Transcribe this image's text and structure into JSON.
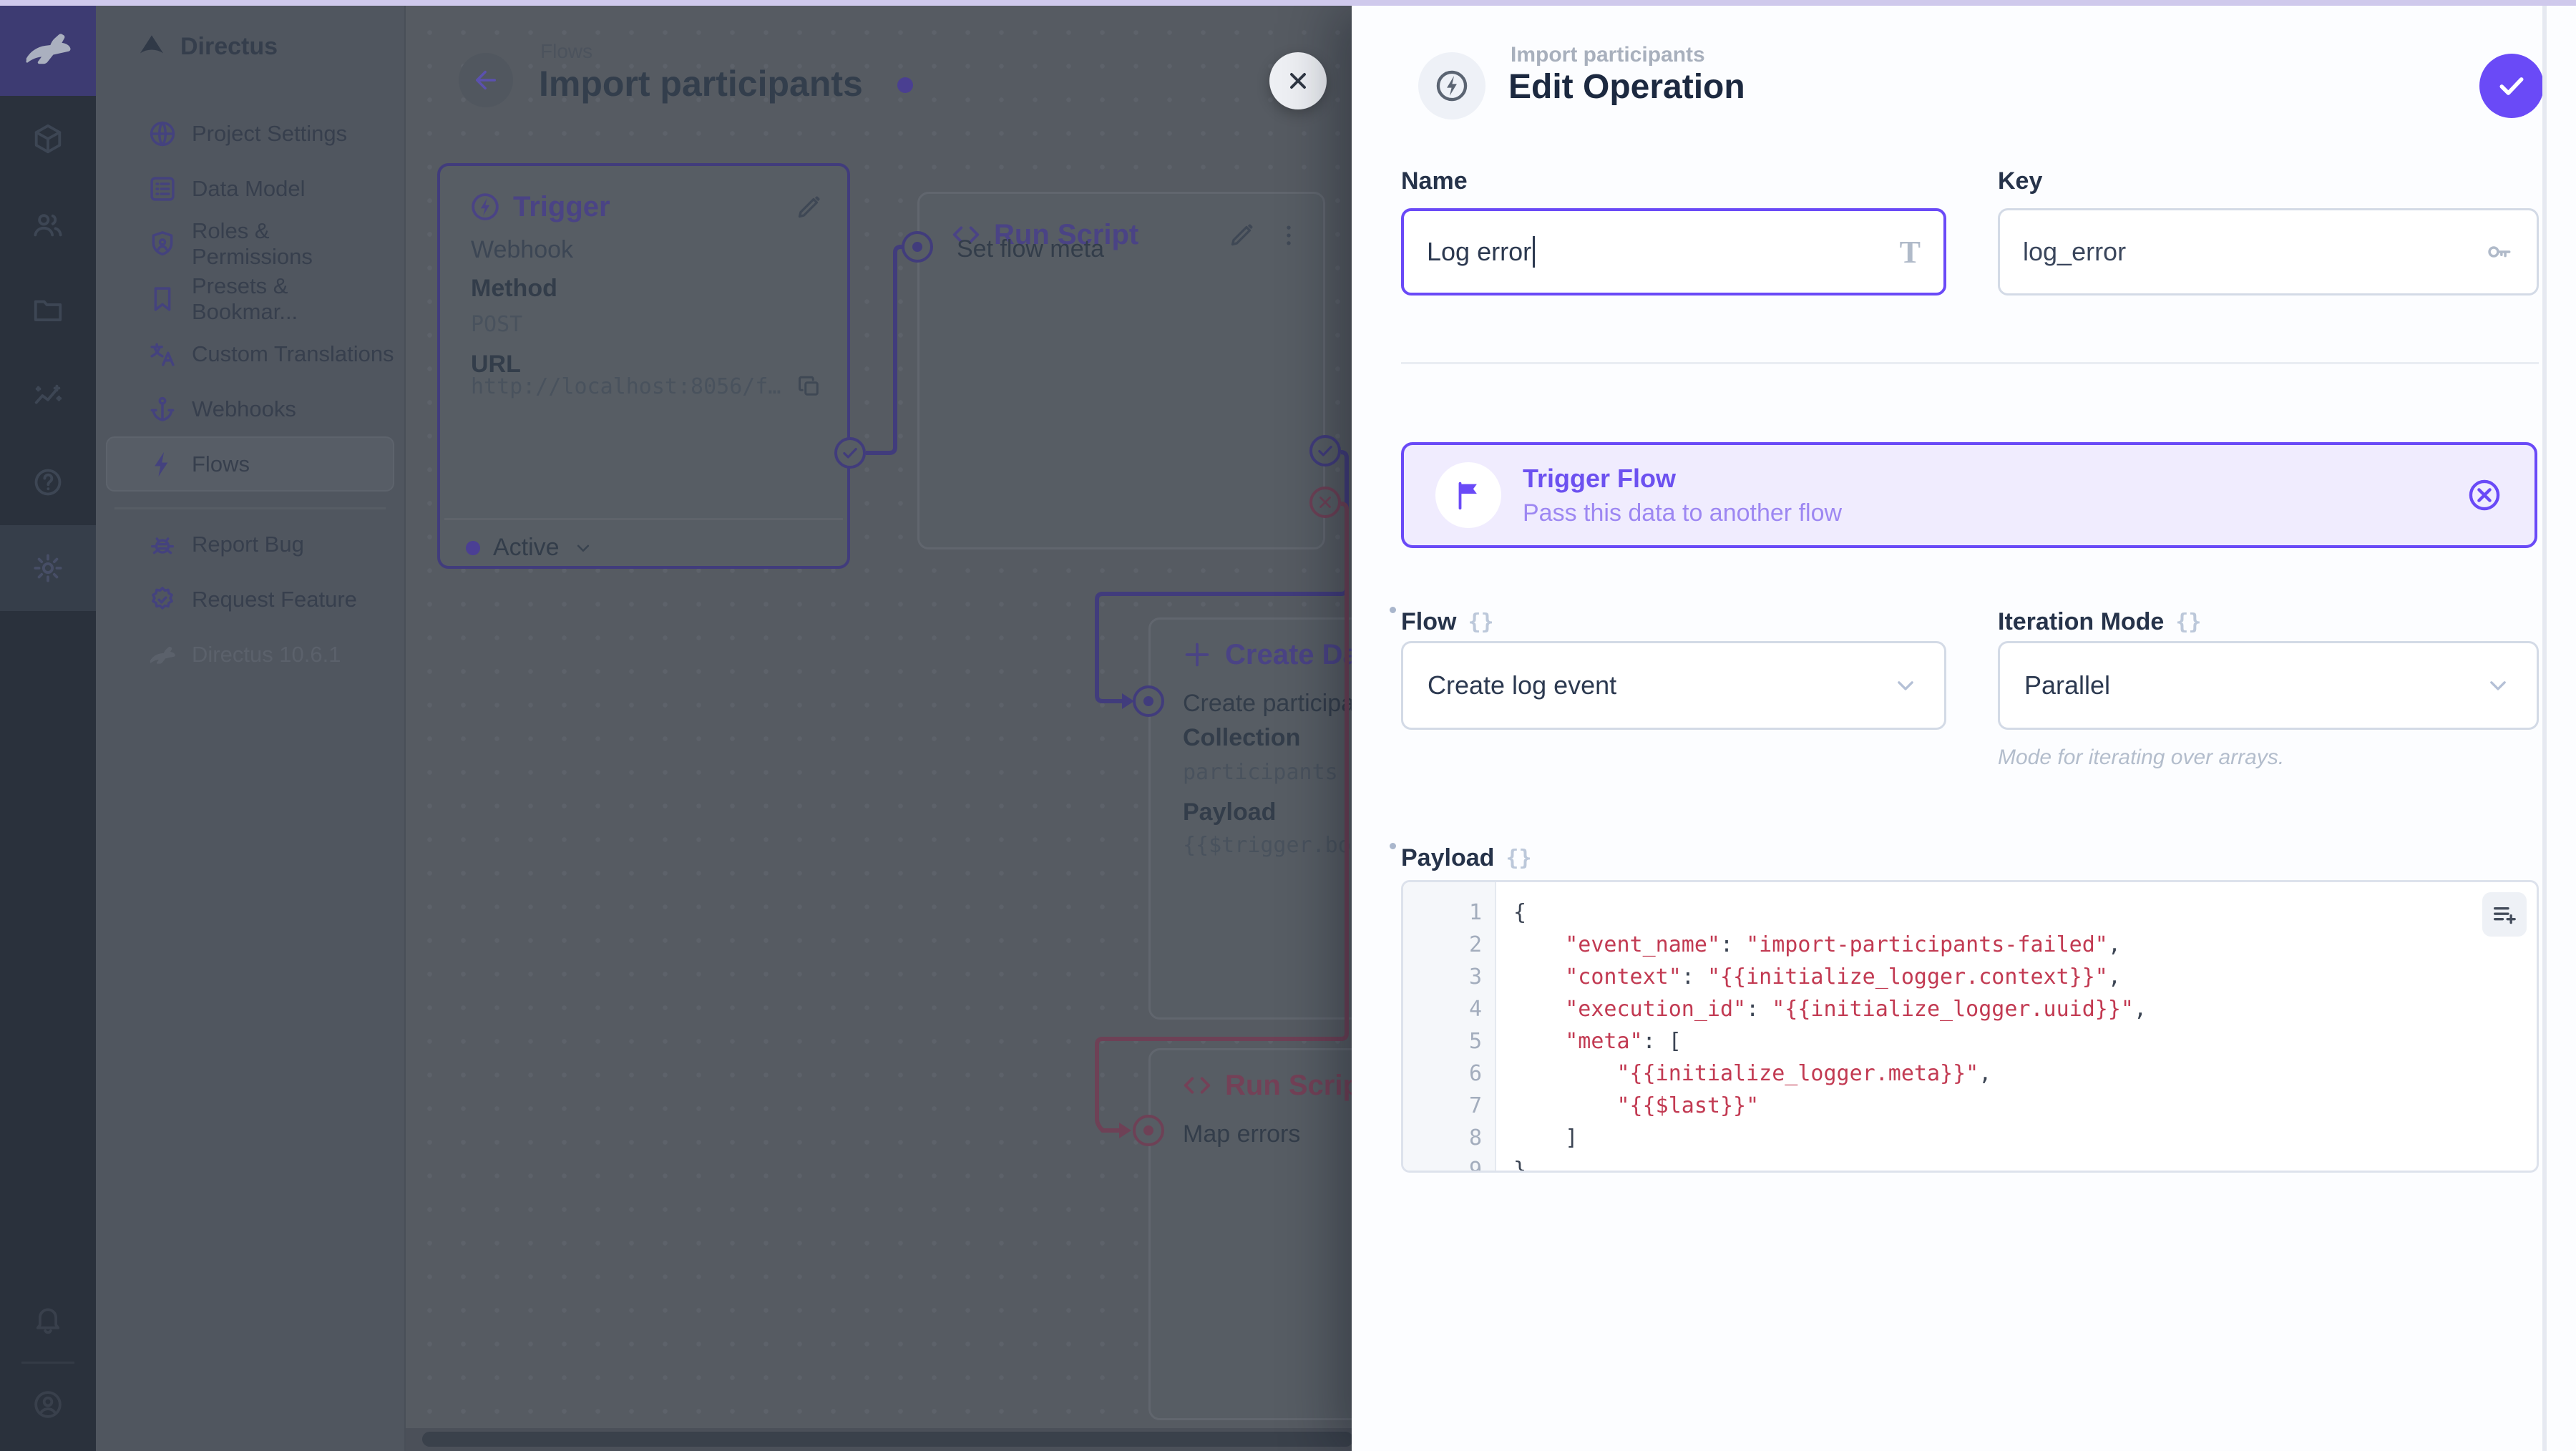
{
  "palette": {
    "accent_purple": "#6644FF",
    "accent_purple_dim": "#413c7c",
    "danger_dim": "#6e4156",
    "drawer_bg": "#fcfdff",
    "canvas_dim_bg": "#565b62",
    "module_bar_bg": "#2a313c",
    "topbar": "#cfc9ec"
  },
  "module_bar": {
    "logo_icon": "rabbit-icon",
    "items": [
      {
        "icon": "cube",
        "name": "content-module"
      },
      {
        "icon": "people",
        "name": "users-module"
      },
      {
        "icon": "folder",
        "name": "files-module"
      },
      {
        "icon": "activity",
        "name": "insights-module"
      },
      {
        "icon": "help",
        "name": "docs-module"
      },
      {
        "icon": "gear",
        "name": "settings-module",
        "active": true
      }
    ],
    "bottom": {
      "bell_icon": "bell",
      "avatar_icon": "account"
    }
  },
  "nav": {
    "project_name": "Directus",
    "project_icon": "fan",
    "items": [
      {
        "icon": "globe",
        "label": "Project Settings"
      },
      {
        "icon": "listbox",
        "label": "Data Model"
      },
      {
        "icon": "shield",
        "label": "Roles & Permissions"
      },
      {
        "icon": "bookmark",
        "label": "Presets & Bookmar..."
      },
      {
        "icon": "translate",
        "label": "Custom Translations"
      },
      {
        "icon": "anchor",
        "label": "Webhooks"
      },
      {
        "icon": "bolt",
        "label": "Flows",
        "active": true
      }
    ],
    "footer_items": [
      {
        "icon": "bug",
        "label": "Report Bug"
      },
      {
        "icon": "seal",
        "label": "Request Feature"
      }
    ],
    "version": {
      "icon": "rabbit",
      "label": "Directus 10.6.1"
    }
  },
  "canvas": {
    "breadcrumb": "Flows",
    "title": "Import participants",
    "status": "Active",
    "panels": {
      "trigger": {
        "title": "Trigger",
        "type": "Webhook",
        "method_label": "Method",
        "method": "POST",
        "url_label": "URL",
        "url": "http://localhost:8056/f…"
      },
      "run_script_1": {
        "title": "Run Script",
        "name": "Set flow meta"
      },
      "create_data": {
        "title": "Create Data",
        "name": "Create participant",
        "collection_label": "Collection",
        "collection": "participants",
        "payload_label": "Payload",
        "payload_preview": "{{$trigger.bod"
      },
      "run_script_2": {
        "title": "Run Script",
        "name": "Map errors"
      }
    }
  },
  "drawer": {
    "breadcrumb": "Import participants",
    "title": "Edit Operation",
    "name_field": {
      "label": "Name",
      "value": "Log error",
      "tail_icon": "title-icon"
    },
    "key_field": {
      "label": "Key",
      "value": "log_error",
      "tail_icon": "key-icon"
    },
    "banner": {
      "title": "Trigger Flow",
      "subtitle": "Pass this data to another flow",
      "icon": "flag"
    },
    "flow_field": {
      "label": "Flow",
      "value": "Create log event"
    },
    "iteration_field": {
      "label": "Iteration Mode",
      "value": "Parallel",
      "hint": "Mode for iterating over arrays."
    },
    "payload_field": {
      "label": "Payload",
      "lines": [
        "{",
        "    \"event_name\": \"import-participants-failed\",",
        "    \"context\": \"{{initialize_logger.context}}\",",
        "    \"execution_id\": \"{{initialize_logger.uuid}}\",",
        "    \"meta\": [",
        "        \"{{initialize_logger.meta}}\",",
        "        \"{{$last}}\"",
        "    ]",
        "}"
      ]
    }
  }
}
